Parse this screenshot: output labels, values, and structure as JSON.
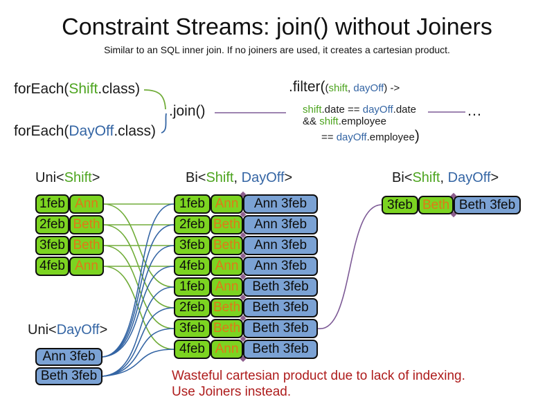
{
  "title": "Constraint Streams: join() without Joiners",
  "subtitle": "Similar to an SQL inner join. If no joiners are used, it creates a cartesian product.",
  "colors": {
    "green_text": "#4DA41F",
    "blue_text": "#3465A4",
    "orange_text": "#E07818",
    "red_text": "#AE1C1C",
    "green_fill": "#7CD421",
    "blue_fill": "#7BA2D4",
    "purple_line": "#7D5A96",
    "green_line": "#70AC38",
    "blue_line": "#3465A4",
    "diamond": "#8E5E8E"
  },
  "code": {
    "foreach_shift": [
      [
        "forEach(",
        "k"
      ],
      [
        "Shift",
        "g"
      ],
      [
        ".class)",
        "k"
      ]
    ],
    "foreach_dayoff": [
      [
        "forEach(",
        "k"
      ],
      [
        "DayOff",
        "b"
      ],
      [
        ".class)",
        "k"
      ]
    ],
    "join_label": ".join()",
    "filter_line1_big": ".filter(",
    "filter_line1_small": [
      [
        "(",
        "k"
      ],
      [
        "shift",
        "g"
      ],
      [
        ", ",
        "k"
      ],
      [
        "dayOff",
        "b"
      ],
      [
        ") ->",
        "k"
      ]
    ],
    "filter_line2": [
      [
        "shift",
        "g"
      ],
      [
        ".date == ",
        "k"
      ],
      [
        "dayOff",
        "b"
      ],
      [
        ".date",
        "k"
      ]
    ],
    "filter_line3": [
      [
        "&& ",
        "k"
      ],
      [
        "shift",
        "g"
      ],
      [
        ".employee",
        "k"
      ]
    ],
    "filter_line4": [
      [
        "== ",
        "k"
      ],
      [
        "dayOff",
        "b"
      ],
      [
        ".employee",
        "k"
      ]
    ],
    "filter_close": ")",
    "ellipsis": "…"
  },
  "labels": {
    "uni_shift_header": [
      [
        "Uni<",
        "k"
      ],
      [
        "Shift",
        "g"
      ],
      [
        ">",
        "k"
      ]
    ],
    "bi_header": [
      [
        "Bi<",
        "k"
      ],
      [
        "Shift",
        "g"
      ],
      [
        ", ",
        "k"
      ],
      [
        "DayOff",
        "b"
      ],
      [
        ">",
        "k"
      ]
    ],
    "result_header": [
      [
        "Bi<",
        "k"
      ],
      [
        "Shift",
        "g"
      ],
      [
        ", ",
        "k"
      ],
      [
        "DayOff",
        "b"
      ],
      [
        ">",
        "k"
      ]
    ],
    "uni_dayoff_header": [
      [
        "Uni<",
        "k"
      ],
      [
        "DayOff",
        "b"
      ],
      [
        ">",
        "k"
      ]
    ]
  },
  "tables": {
    "uni_shift_rows": [
      [
        "1feb",
        "Ann"
      ],
      [
        "2feb",
        "Beth"
      ],
      [
        "3feb",
        "Beth"
      ],
      [
        "4feb",
        "Ann"
      ]
    ],
    "bi_rows": [
      [
        "1feb",
        "Ann",
        "Ann 3feb"
      ],
      [
        "2feb",
        "Beth",
        "Ann 3feb"
      ],
      [
        "3feb",
        "Beth",
        "Ann 3feb"
      ],
      [
        "4feb",
        "Ann",
        "Ann 3feb"
      ],
      [
        "1feb",
        "Ann",
        "Beth 3feb"
      ],
      [
        "2feb",
        "Beth",
        "Beth 3feb"
      ],
      [
        "3feb",
        "Beth",
        "Beth 3feb"
      ],
      [
        "4feb",
        "Ann",
        "Beth 3feb"
      ]
    ],
    "result_rows": [
      [
        "3feb",
        "Beth",
        "Beth 3feb"
      ]
    ],
    "uni_dayoff_rows": [
      [
        "Ann 3feb"
      ],
      [
        "Beth 3feb"
      ]
    ]
  },
  "connections": {
    "shift_to_bi": [
      [
        0,
        0
      ],
      [
        0,
        4
      ],
      [
        1,
        1
      ],
      [
        1,
        5
      ],
      [
        2,
        2
      ],
      [
        2,
        6
      ],
      [
        3,
        3
      ],
      [
        3,
        7
      ]
    ],
    "dayoff_to_bi": [
      [
        0,
        0
      ],
      [
        0,
        1
      ],
      [
        0,
        2
      ],
      [
        0,
        3
      ],
      [
        1,
        4
      ],
      [
        1,
        5
      ],
      [
        1,
        6
      ],
      [
        1,
        7
      ]
    ],
    "bi_to_result": [
      [
        6,
        0
      ]
    ]
  },
  "notes": {
    "warning_line1": "Wasteful cartesian product due to lack of indexing.",
    "warning_line2": "Use Joiners instead."
  }
}
